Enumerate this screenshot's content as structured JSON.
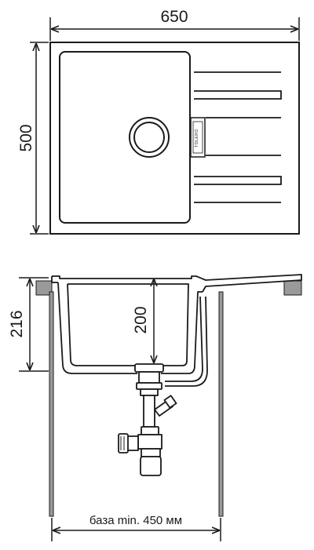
{
  "top_view": {
    "width_label": "650",
    "depth_label": "500",
    "brand_text": "TOLERO"
  },
  "side_view": {
    "height_label": "216",
    "bowl_depth_label": "200",
    "base_label": "база min. 450 мм"
  },
  "colors": {
    "line": "#1a1a1a",
    "support_fill": "#9a9a9a",
    "background": "#ffffff"
  }
}
